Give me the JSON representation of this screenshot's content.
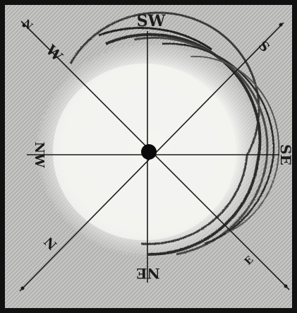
{
  "figure": {
    "labels": {
      "top": "SW",
      "bottom": "NE",
      "left": "NW",
      "right": "SE",
      "upper_left_outer": "N",
      "upper_left_inner": "W",
      "upper_right": "S",
      "lower_left": "N",
      "lower_right": "E"
    },
    "colors": {
      "background": "#b9b9b9",
      "light_center": "#f1f1ef",
      "ink": "#1b1b1b",
      "frame": "#111111"
    }
  }
}
